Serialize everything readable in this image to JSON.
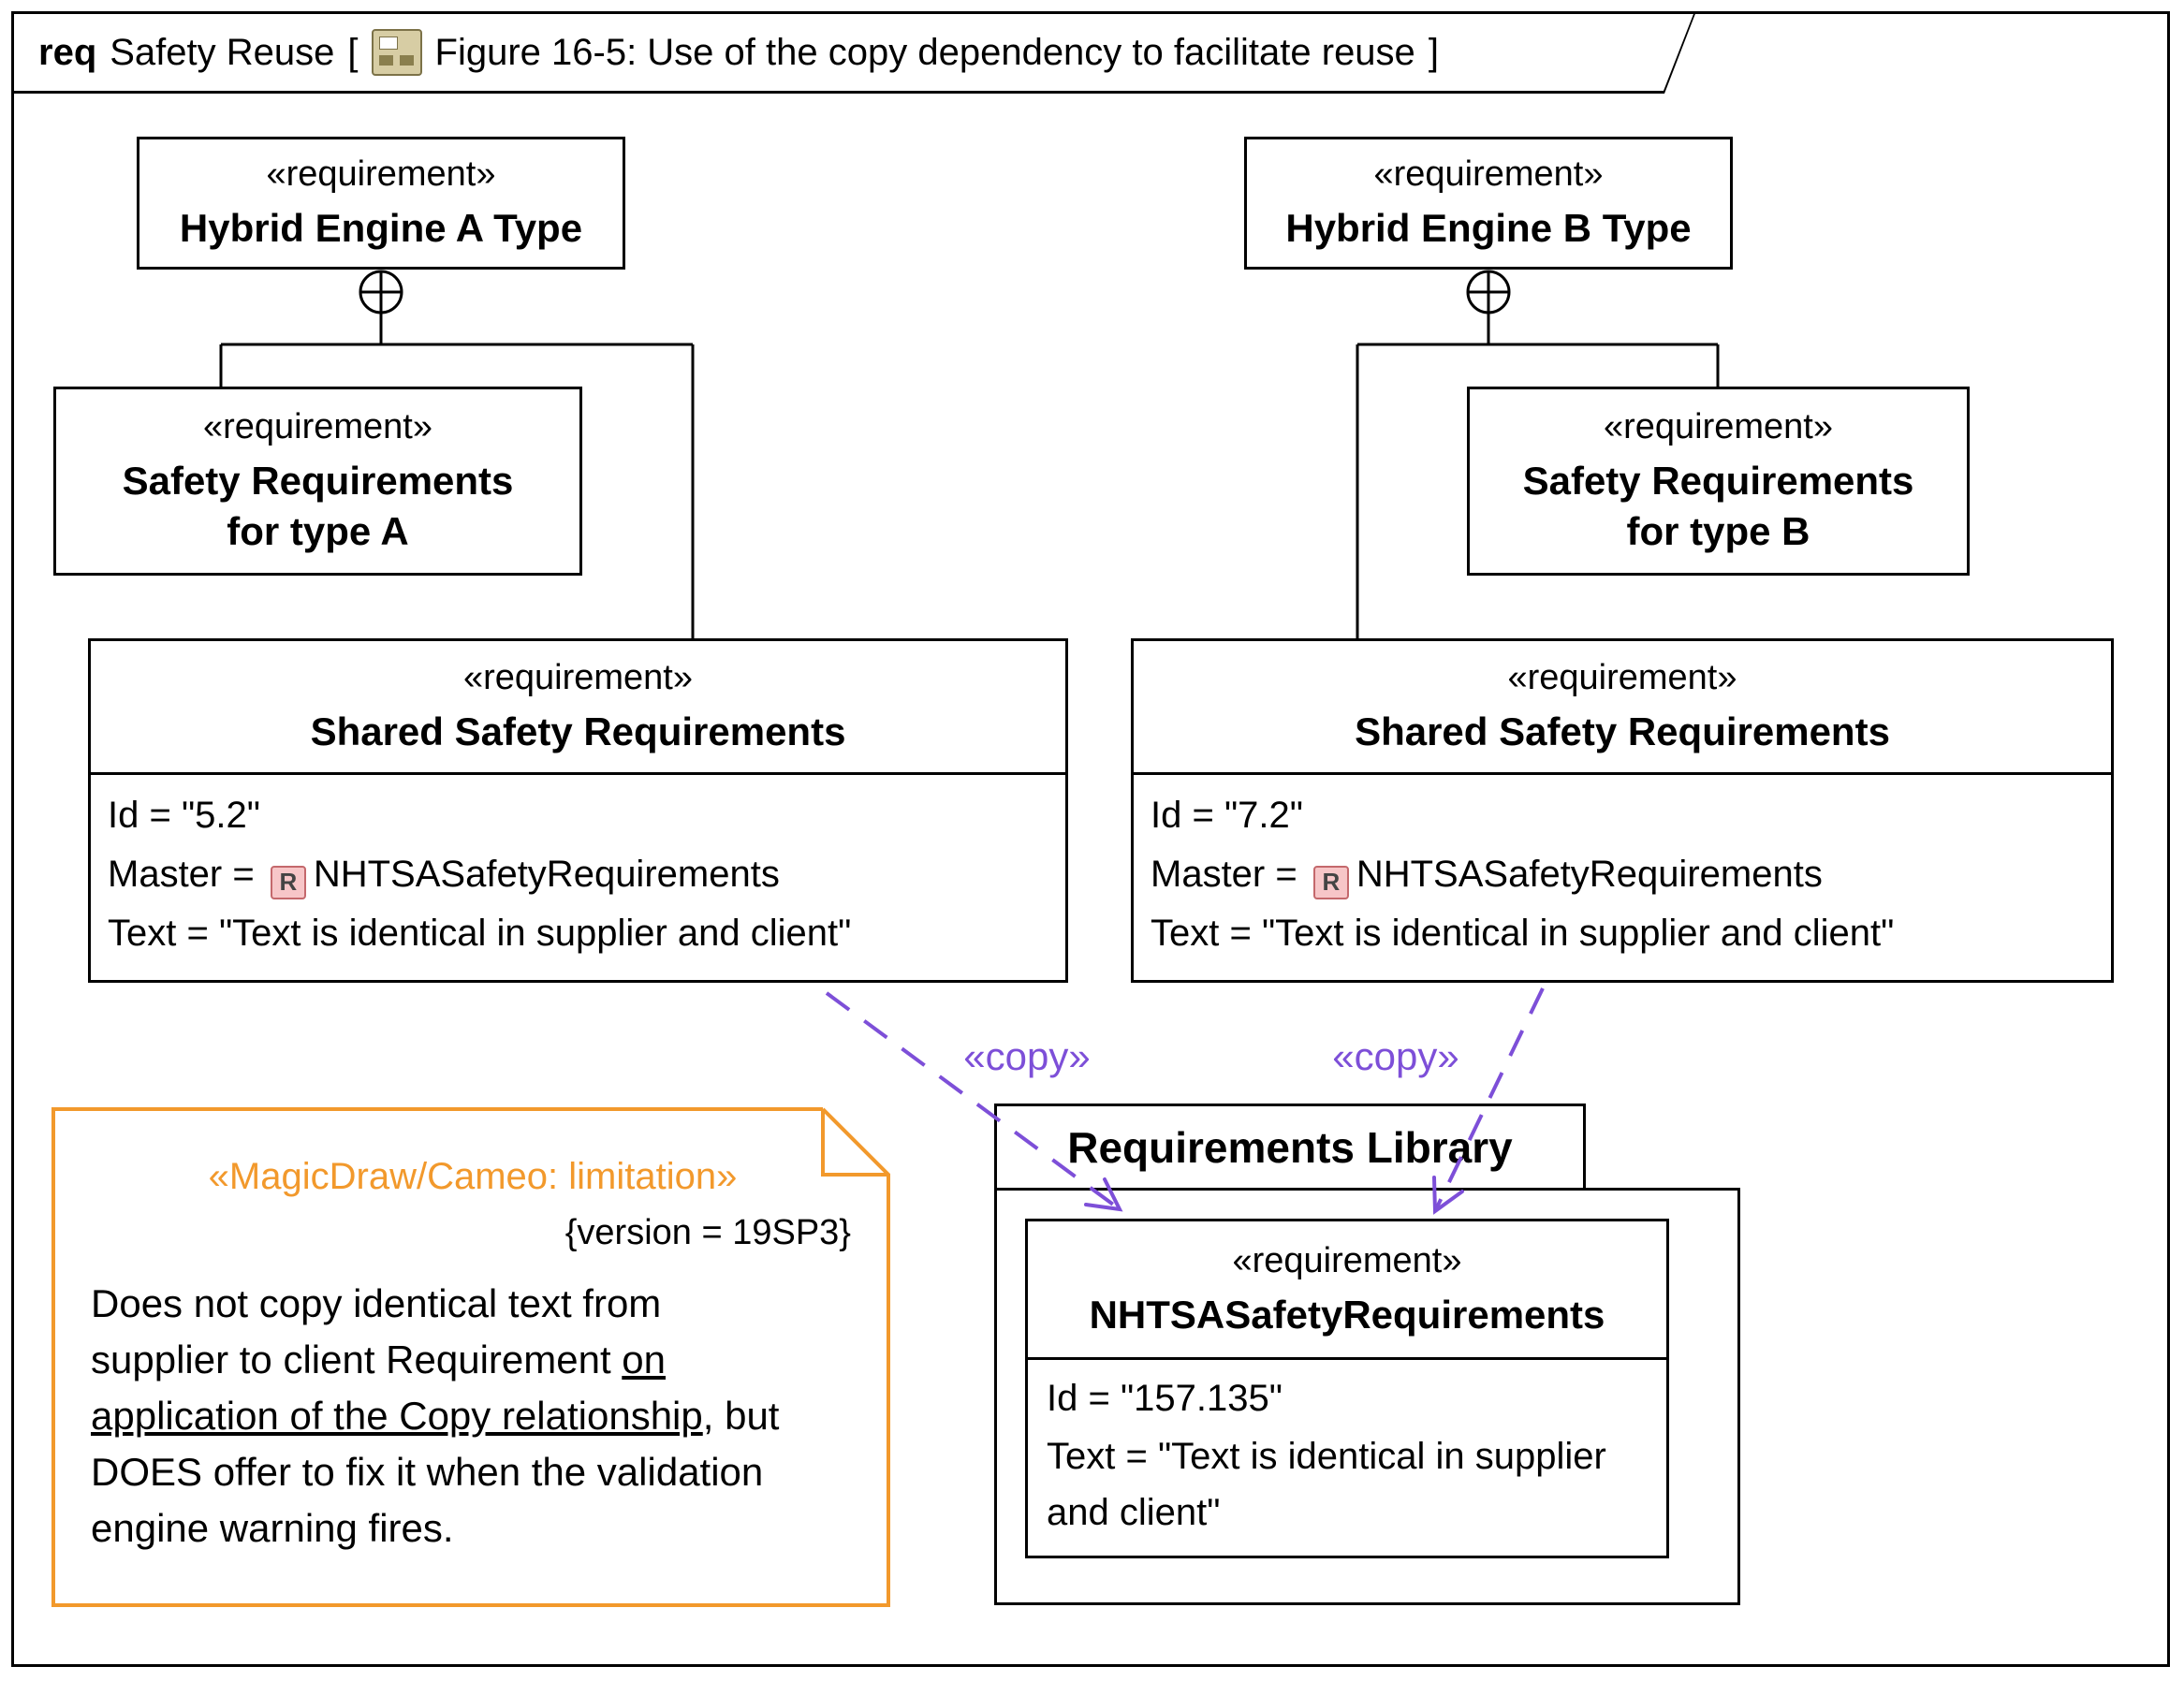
{
  "frame": {
    "kind": "req",
    "name": "Safety Reuse",
    "open_bracket": "[",
    "figure": "Figure 16-5: Use of the copy dependency to facilitate reuse",
    "close_bracket": "]"
  },
  "labels": {
    "requirement": "«requirement»",
    "copy": "«copy»",
    "req_icon_letter": "R"
  },
  "nodes": {
    "hybrid_a": {
      "name": "Hybrid Engine A Type"
    },
    "hybrid_b": {
      "name": "Hybrid Engine B Type"
    },
    "safety_a": {
      "line1": "Safety Requirements",
      "line2": "for type A"
    },
    "safety_b": {
      "line1": "Safety Requirements",
      "line2": "for type B"
    },
    "shared_a": {
      "name": "Shared Safety Requirements",
      "id": "Id = \"5.2\"",
      "master_label": "Master = ",
      "master_value": "NHTSASafetyRequirements",
      "text": "Text = \"Text is identical in supplier and client\""
    },
    "shared_b": {
      "name": "Shared Safety Requirements",
      "id": "Id = \"7.2\"",
      "master_label": "Master = ",
      "master_value": "NHTSASafetyRequirements",
      "text": "Text = \"Text is identical in supplier and client\""
    },
    "nhtsa": {
      "name": "NHTSASafetyRequirements",
      "id": "Id = \"157.135\"",
      "text": "Text = \"Text is identical in supplier and client\""
    }
  },
  "package": {
    "name": "Requirements Library"
  },
  "note": {
    "stereotype": "«MagicDraw/Cameo: limitation»",
    "version": "{version = 19SP3}",
    "body_pre": "Does not copy identical text from supplier to client Requirement ",
    "body_underlined": "on application of the Copy relationship",
    "body_post": ", but DOES offer to fix it when the validation engine warning fires."
  },
  "colors": {
    "copy_purple": "#7d4fd8",
    "note_orange": "#f2992c"
  }
}
